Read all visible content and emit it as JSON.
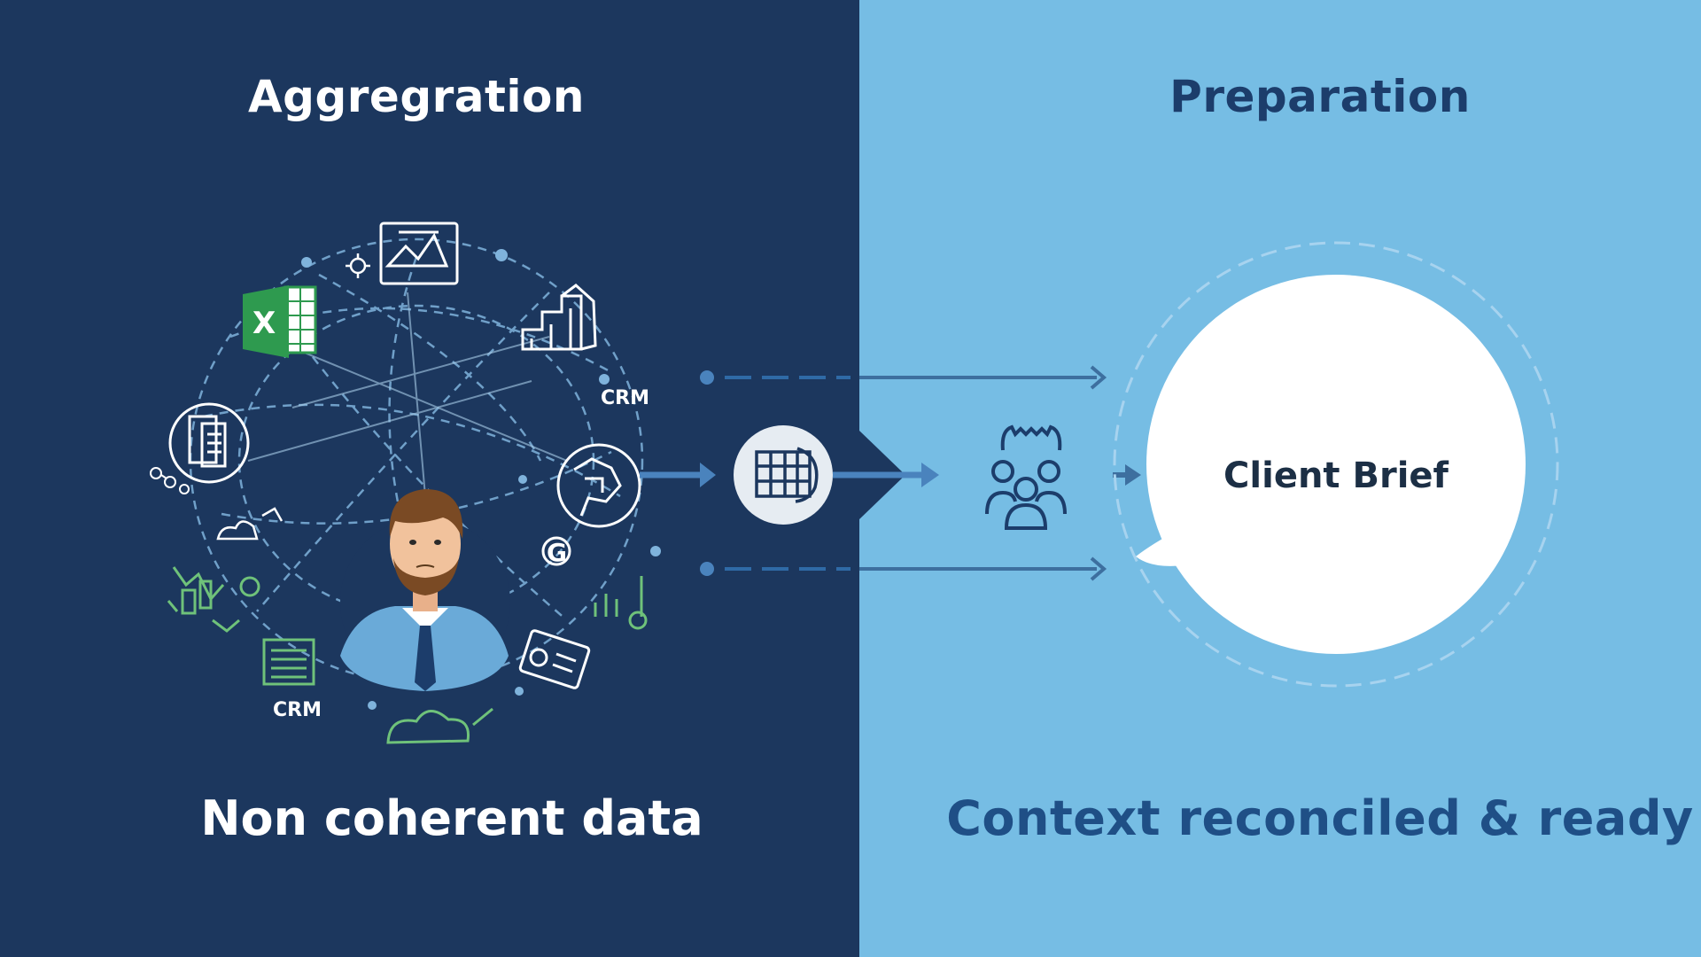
{
  "left_panel": {
    "heading": "Aggregration",
    "caption": "Non coherent data",
    "crm_label_right": "CRM",
    "crm_label_bottom": "CRM",
    "spreadsheet_letter": "X",
    "search_letter": "G",
    "bg_color": "#1c375e"
  },
  "right_panel": {
    "heading": "Preparation",
    "caption": "Context reconciled & ready",
    "bubble_text": "Client Brief",
    "bg_color": "#76bde4"
  },
  "colors": {
    "accent_line": "#5a8fc0",
    "icon_white": "#ffffff",
    "icon_green": "#6fc27a",
    "excel_green": "#2e9a4f",
    "dark_navy": "#1c3d6b"
  },
  "icons": [
    "spreadsheet-icon",
    "chart-window-icon",
    "staircase-chart-icon",
    "document-icon",
    "globe-icon",
    "person-avatar",
    "search-icon",
    "calendar-icon",
    "team-icon",
    "hub-globe-icon",
    "cloud-icon",
    "bar-chart-icon"
  ]
}
